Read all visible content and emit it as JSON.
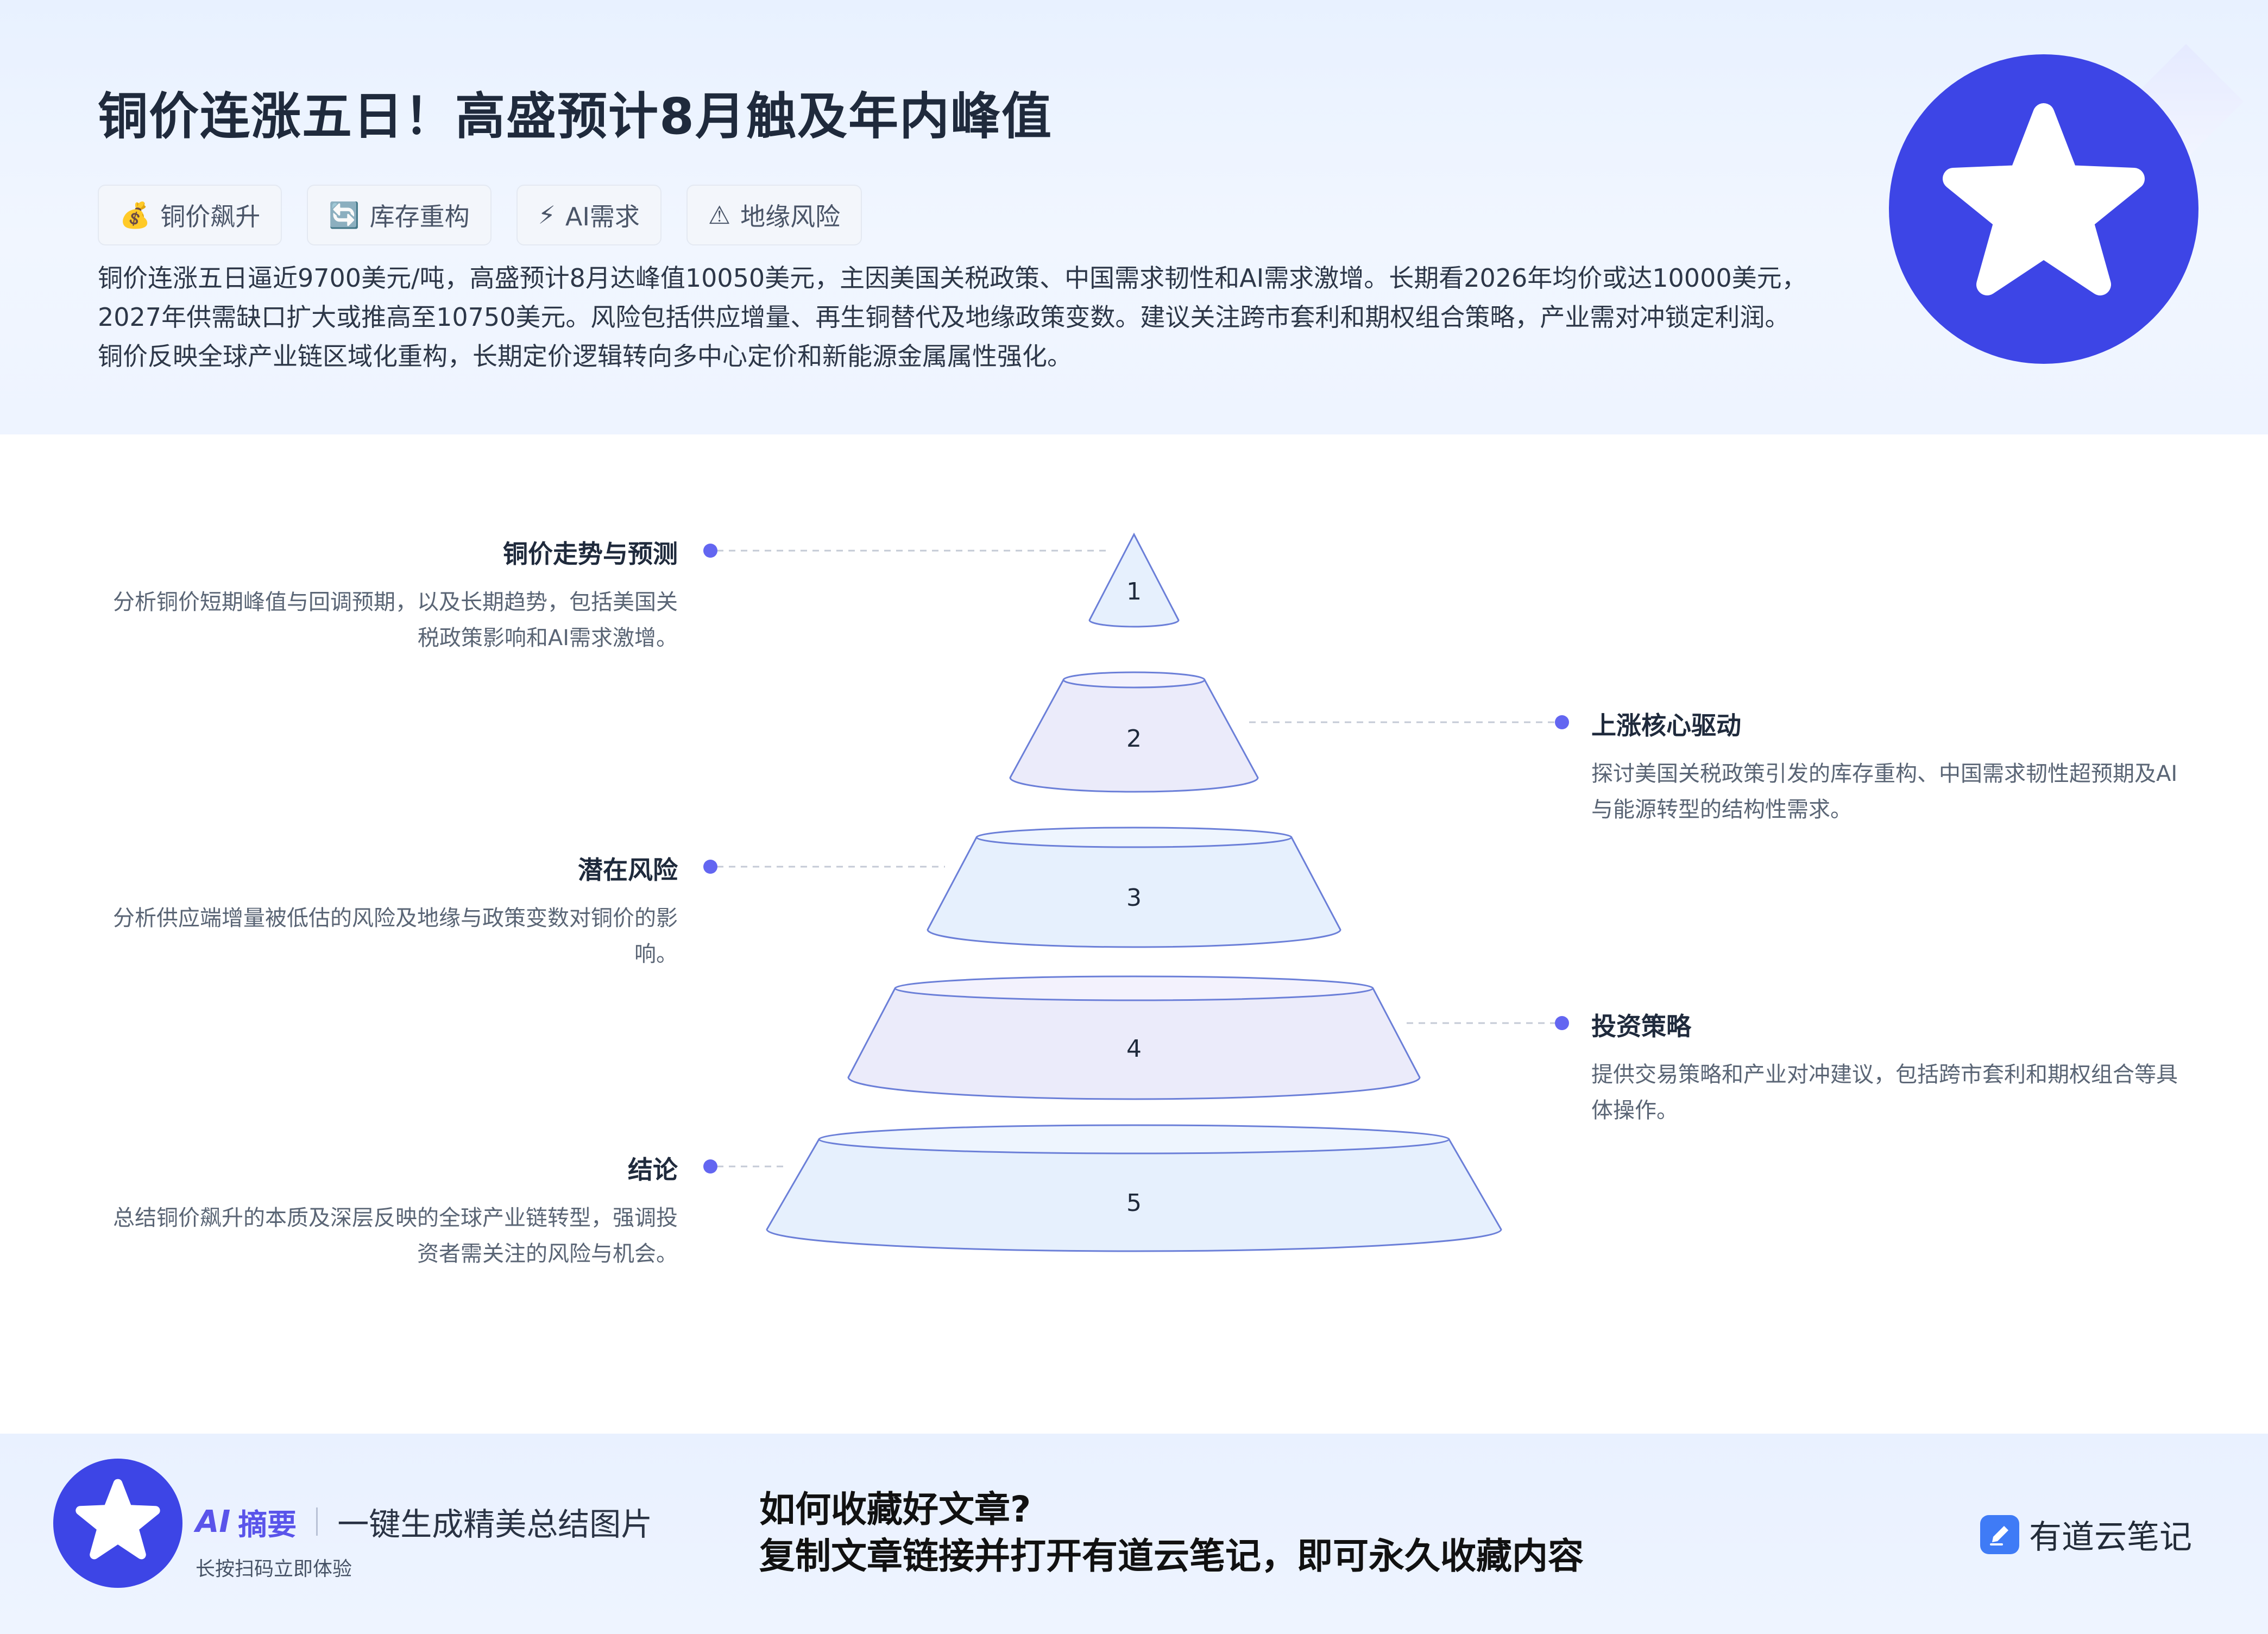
{
  "header": {
    "title": "铜价连涨五日！高盛预计8月触及年内峰值",
    "tags": [
      {
        "icon": "money-bag-icon",
        "glyph": "💰",
        "label": "铜价飙升"
      },
      {
        "icon": "refresh-icon",
        "glyph": "🔄",
        "label": "库存重构"
      },
      {
        "icon": "lightning-icon",
        "glyph": "⚡",
        "label": "AI需求"
      },
      {
        "icon": "warning-icon",
        "glyph": "⚠",
        "label": "地缘风险"
      }
    ],
    "summary": "铜价连涨五日逼近9700美元/吨，高盛预计8月达峰值10050美元，主因美国关税政策、中国需求韧性和AI需求激增。长期看2026年均价或达10000美元，2027年供需缺口扩大或推高至10750美元。风险包括供应增量、再生铜替代及地缘政策变数。建议关注跨市套利和期权组合策略，产业需对冲锁定利润。铜价反映全球产业链区域化重构，长期定价逻辑转向多中心定价和新能源金属属性强化。"
  },
  "pyramid": {
    "levels": [
      {
        "num": "1",
        "title": "铜价走势与预测",
        "desc": "分析铜价短期峰值与回调预期，以及长期趋势，包括美国关税政策影响和AI需求激增。"
      },
      {
        "num": "2",
        "title": "上涨核心驱动",
        "desc": "探讨美国关税政策引发的库存重构、中国需求韧性超预期及AI与能源转型的结构性需求。"
      },
      {
        "num": "3",
        "title": "潜在风险",
        "desc": "分析供应端增量被低估的风险及地缘与政策变数对铜价的影响。"
      },
      {
        "num": "4",
        "title": "投资策略",
        "desc": "提供交易策略和产业对冲建议，包括跨市套利和期权组合等具体操作。"
      },
      {
        "num": "5",
        "title": "结论",
        "desc": "总结铜价飙升的本质及深层反映的全球产业链转型，强调投资者需关注的风险与机会。"
      }
    ]
  },
  "footer": {
    "ai_logo": "AI",
    "ai_name": "摘要",
    "slogan": "一键生成精美总结图片",
    "scan_hint": "长按扫码立即体验",
    "question": "如何收藏好文章?",
    "answer": "复制文章链接并打开有道云笔记，即可永久收藏内容",
    "brand": "有道云笔记"
  },
  "colors": {
    "accent": "#3d45e6",
    "dot": "#6366f1",
    "layer_blue": "#e6f0fd",
    "layer_purple": "#ebebfa",
    "stroke": "#6b7fd8"
  }
}
